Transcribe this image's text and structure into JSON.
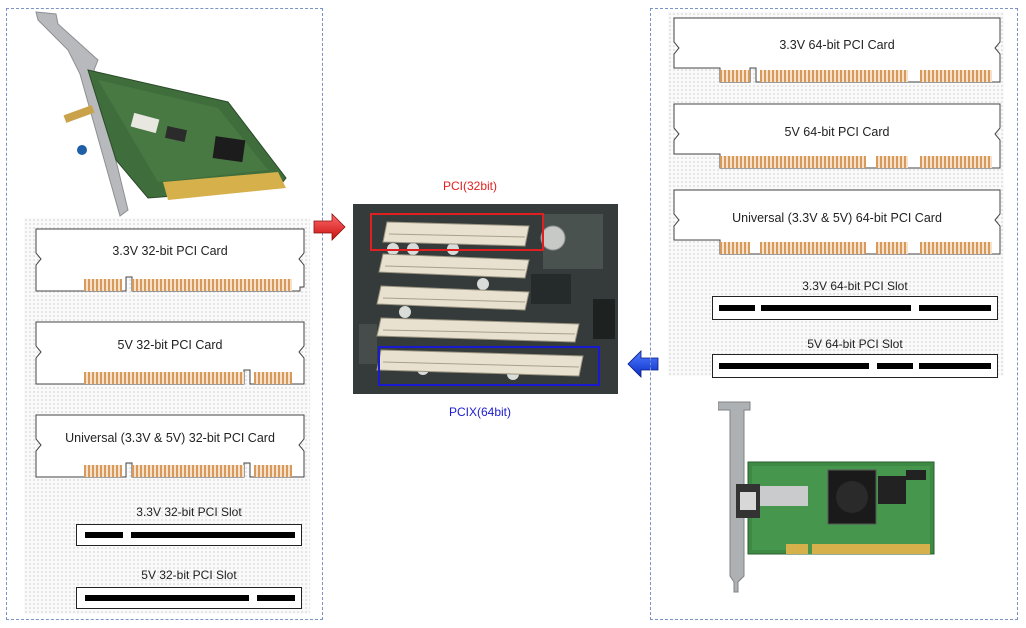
{
  "left_panel": {
    "cards": [
      {
        "label": "3.3V 32-bit PCI Card"
      },
      {
        "label": "5V 32-bit PCI Card"
      },
      {
        "label": "Universal (3.3V & 5V) 32-bit PCI Card"
      }
    ],
    "slots": [
      {
        "label": "3.3V 32-bit PCI Slot"
      },
      {
        "label": "5V 32-bit PCI Slot"
      }
    ]
  },
  "right_panel": {
    "cards": [
      {
        "label": "3.3V 64-bit PCI Card"
      },
      {
        "label": "5V 64-bit PCI Card"
      },
      {
        "label": "Universal (3.3V & 5V) 64-bit PCI Card"
      }
    ],
    "slots": [
      {
        "label": "3.3V 64-bit PCI Slot"
      },
      {
        "label": "5V 64-bit PCI Slot"
      }
    ]
  },
  "motherboard": {
    "pci_label": "PCI(32bit)",
    "pcix_label": "PCIX(64bit)"
  },
  "colors": {
    "pci_highlight": "#e02020",
    "pcix_highlight": "#1a1ad0",
    "contact_gold": "#d89a5a",
    "panel_border": "#7b93c4"
  }
}
